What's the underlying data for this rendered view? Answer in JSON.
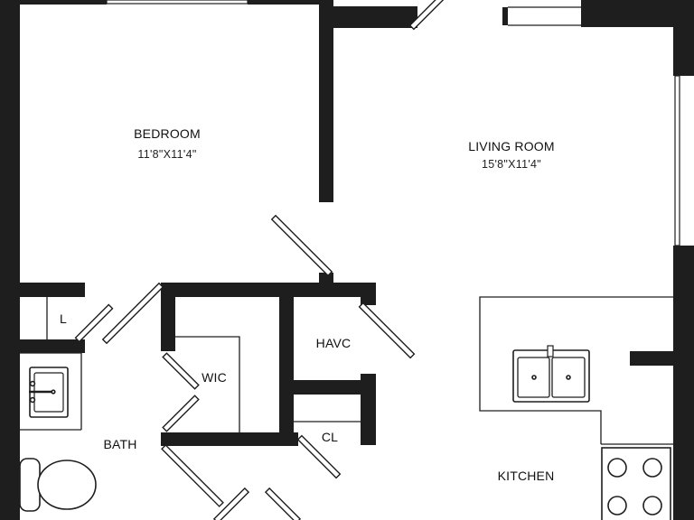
{
  "floor_plan": {
    "rooms": {
      "bedroom": {
        "name": "BEDROOM",
        "dimensions": "11'8\"X11'4\""
      },
      "living_room": {
        "name": "LIVING ROOM",
        "dimensions": "15'8\"X11'4\""
      },
      "linen_closet": {
        "name": "L"
      },
      "walk_in_closet": {
        "name": "WIC"
      },
      "hvac": {
        "name": "HAVC"
      },
      "closet": {
        "name": "CL"
      },
      "bath": {
        "name": "BATH"
      },
      "kitchen": {
        "name": "KITCHEN"
      }
    },
    "colors": {
      "wall": "#1e1e1e",
      "background": "#ffffff"
    }
  }
}
